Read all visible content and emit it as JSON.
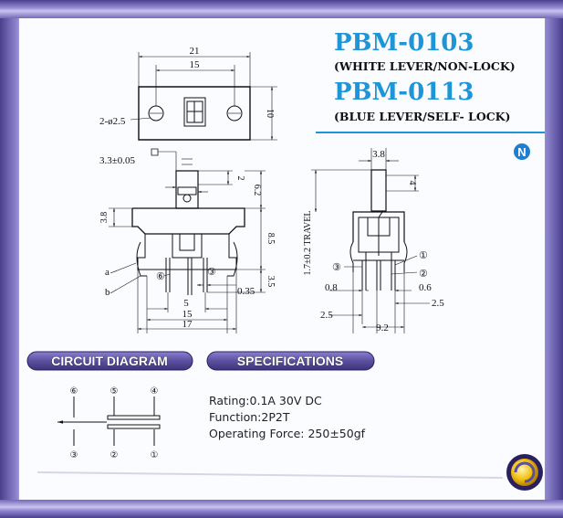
{
  "titles": {
    "model_a": "PBM-0103",
    "model_a_note": "(WHITE  LEVER/NON-LOCK)",
    "model_b": "PBM-0113",
    "model_b_note": "(BLUE  LEVER/SELF- LOCK)",
    "badge": "N"
  },
  "top_view": {
    "dim_width_outer": "21",
    "dim_width_inner": "15",
    "dim_height": "10",
    "dim_holes": "2-ø2.5"
  },
  "front_view": {
    "dim_top_tab": "3.3±0.05",
    "dim_2": "2",
    "dim_6_2": "6.2",
    "dim_3_8": "3.8",
    "dim_8_5": "8.5",
    "dim_3_5": "3.5",
    "dim_0_35": "0.35",
    "dim_5": "5",
    "dim_15": "15",
    "dim_17": "17",
    "label_a": "a",
    "label_b": "b",
    "pin_6": "⑥",
    "pin_3": "③"
  },
  "side_view": {
    "dim_top": "3.8",
    "dim_4": "4",
    "travel": "1.7±0.2  TRAVEL",
    "dim_0_8": "0.8",
    "dim_0_6": "0.6",
    "dim_2_5_right": "2.5",
    "dim_2_5_left": "2.5",
    "dim_9_2": "9.2",
    "pin_1": "①",
    "pin_2": "②",
    "pin_3": "③"
  },
  "sections": {
    "circuit_title": "CIRCUIT DIAGRAM",
    "spec_title": "SPECIFICATIONS"
  },
  "circuit": {
    "top_pins": [
      "⑥",
      "⑤",
      "④"
    ],
    "bottom_pins": [
      "③",
      "②",
      "①"
    ]
  },
  "specs": {
    "rating": "Rating:0.1A 30V DC",
    "function": "Function:2P2T",
    "force": "Operating Force: 250±50gf"
  },
  "colors": {
    "title_blue": "#1e95d6",
    "frame_purple": "#7468b8",
    "pill_purple": "#5b4fa0",
    "badge_blue": "#1e7fd0",
    "logo_gold": "#f2c010"
  }
}
